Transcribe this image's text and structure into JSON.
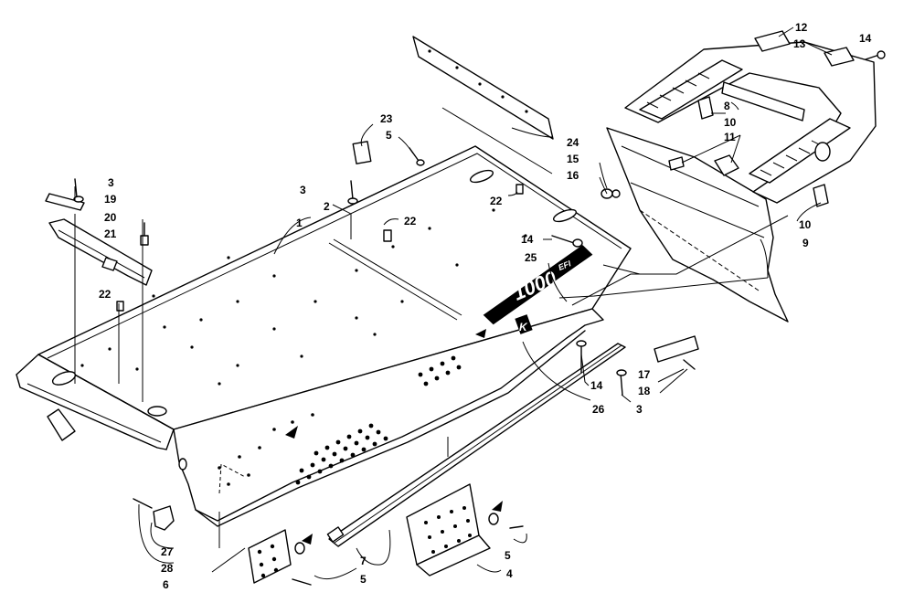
{
  "decal": {
    "model": "1000",
    "suffix": "EFI",
    "badge": "K"
  },
  "callouts": {
    "c1": "1",
    "c2": "2",
    "c3a": "3",
    "c3b": "3",
    "c3c": "3",
    "c4": "4",
    "c5a": "5",
    "c5b": "5",
    "c5c": "5",
    "c6": "6",
    "c7": "7",
    "c8": "8",
    "c9": "9",
    "c10a": "10",
    "c10b": "10",
    "c11": "11",
    "c12": "12",
    "c13": "13",
    "c14a": "14",
    "c14b": "14",
    "c14c": "14",
    "c15": "15",
    "c16": "16",
    "c17": "17",
    "c18": "18",
    "c19": "19",
    "c20": "20",
    "c21": "21",
    "c22a": "22",
    "c22b": "22",
    "c22c": "22",
    "c23": "23",
    "c24": "24",
    "c25": "25",
    "c26": "26",
    "c27": "27",
    "c28": "28"
  }
}
